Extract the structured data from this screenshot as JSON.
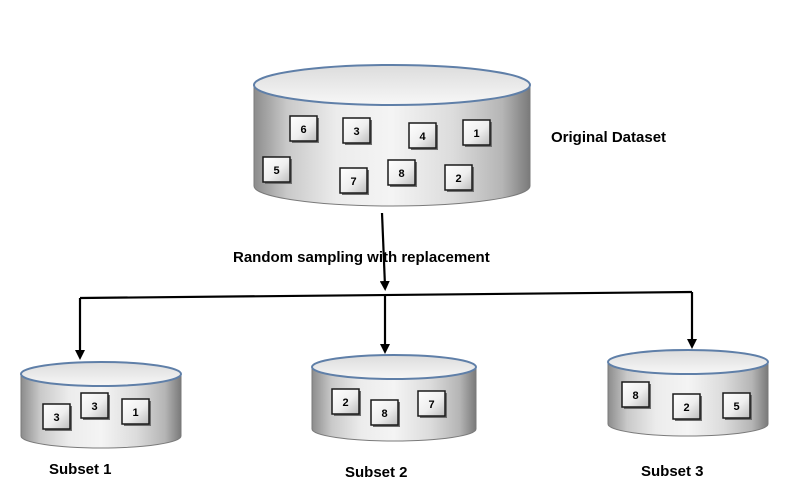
{
  "original": {
    "label": "Original Dataset",
    "items": [
      "6",
      "3",
      "4",
      "1",
      "5",
      "7",
      "8",
      "2"
    ]
  },
  "sampling_label": "Random sampling with replacement",
  "subsets": [
    {
      "label": "Subset 1",
      "items": [
        "3",
        "3",
        "1"
      ]
    },
    {
      "label": "Subset 2",
      "items": [
        "2",
        "8",
        "7"
      ]
    },
    {
      "label": "Subset 3",
      "items": [
        "8",
        "2",
        "5"
      ]
    }
  ]
}
